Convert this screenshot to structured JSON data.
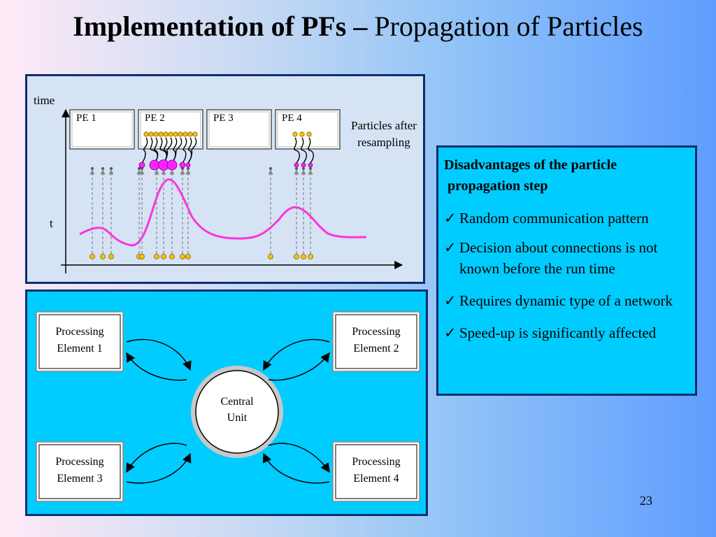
{
  "slide": {
    "title_bold": "Implementation of PFs –",
    "title_rest": " Propagation of Particles",
    "page_number": "23"
  },
  "timeline": {
    "y_axis_label": "time",
    "t_label": "t",
    "pe_labels": [
      "PE 1",
      "PE 2",
      "PE 3",
      "PE 4"
    ],
    "resampling_label_line1": "Particles after",
    "resampling_label_line2": "resampling"
  },
  "architecture": {
    "central_line1": "Central",
    "central_line2": "Unit",
    "elements": [
      {
        "line1": "Processing",
        "line2": "Element 1"
      },
      {
        "line1": "Processing",
        "line2": "Element 2"
      },
      {
        "line1": "Processing",
        "line2": "Element 3"
      },
      {
        "line1": "Processing",
        "line2": "Element 4"
      }
    ]
  },
  "disadvantages": {
    "title_line1": "Disadvantages of the particle",
    "title_line2": " propagation step",
    "check_symbol": "✓",
    "items": [
      "Random communication pattern",
      "Decision about connections is not known before the run time",
      "Requires dynamic type of a network",
      "Speed-up is significantly affected"
    ]
  },
  "colors": {
    "curve": "#ff33dd",
    "particle": "#f5c400",
    "magenta_node": "#ff22ff",
    "panel_border": "#0e2e6e",
    "cyan_panel": "#00ccff"
  }
}
